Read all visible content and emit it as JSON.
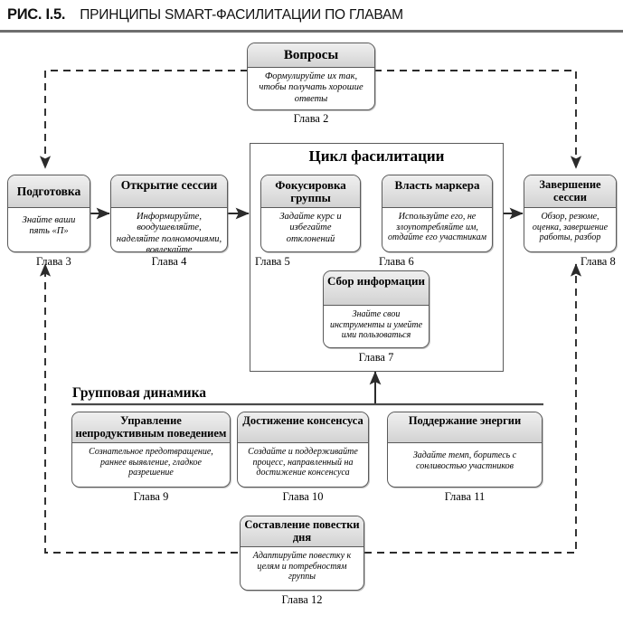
{
  "figure": {
    "label": "РИС. I.5.",
    "title": "ПРИНЦИПЫ SMART-ФАСИЛИТАЦИИ ПО ГЛАВАМ"
  },
  "cycle": {
    "title": "Цикл фасилитации"
  },
  "group_dynamics": {
    "title": "Групповая динамика"
  },
  "nodes": {
    "questions": {
      "title": "Вопросы",
      "body": "Формулируйте их так, чтобы получать хорошие ответы",
      "chapter": "Глава 2"
    },
    "preparation": {
      "title": "Подготовка",
      "body": "Знайте ваши пять «П»",
      "chapter": "Глава 3"
    },
    "opening": {
      "title": "Открытие сессии",
      "body": "Информируйте, воодушевляйте, наделяйте полномочиями, вовлекайте",
      "chapter": "Глава 4"
    },
    "focus": {
      "title": "Фокусировка группы",
      "body": "Задайте курс и избегайте отклонений",
      "chapter": "Глава 5"
    },
    "marker": {
      "title": "Власть маркера",
      "body": "Используйте его, не злоупотребляйте им, отдайте его участникам",
      "chapter": "Глава 6"
    },
    "gathering": {
      "title": "Сбор информации",
      "body": "Знайте свои инструменты и умейте ими пользоваться",
      "chapter": "Глава 7"
    },
    "closing": {
      "title": "Завершение сессии",
      "body": "Обзор, резюме, оценка, завершение работы, разбор",
      "chapter": "Глава 8"
    },
    "dysfunction": {
      "title": "Управление непродуктивным поведением",
      "body": "Сознательное предотвращение, раннее выявление, гладкое разрешение",
      "chapter": "Глава 9"
    },
    "consensus": {
      "title": "Достижение консенсуса",
      "body": "Создайте и поддерживайте процесс, направленный на достижение консенсуса",
      "chapter": "Глава 10"
    },
    "energy": {
      "title": "Поддержание энергии",
      "body": "Задайте темп, боритесь с сонливостью участников",
      "chapter": "Глава 11"
    },
    "agenda": {
      "title": "Составление повестки дня",
      "body": "Адаптируйте повестку к целям и потребностям группы",
      "chapter": "Глава 12"
    }
  },
  "colors": {
    "line": "#333333",
    "box_border": "#5a5a5a",
    "header_gradient_top": "#efefef",
    "header_gradient_bottom": "#d2d2d2",
    "rule": "#6e6e6e"
  }
}
